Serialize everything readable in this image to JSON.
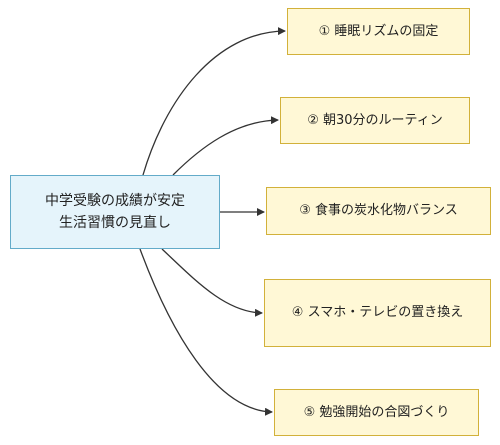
{
  "diagram": {
    "colors": {
      "root_fill": "#e5f4fb",
      "root_border": "#63abc9",
      "child_fill": "#fff8d6",
      "child_border": "#d2b13a",
      "edge": "#333333"
    },
    "root": {
      "line1": "中学受験の成績が安定",
      "line2": "生活習慣の見直し"
    },
    "children": [
      {
        "label": "① 睡眠リズムの固定"
      },
      {
        "label": "② 朝30分のルーティン"
      },
      {
        "label": "③ 食事の炭水化物バランス"
      },
      {
        "label": "④ スマホ・テレビの置き換え"
      },
      {
        "label": "⑤ 勉強開始の合図づくり"
      }
    ]
  }
}
